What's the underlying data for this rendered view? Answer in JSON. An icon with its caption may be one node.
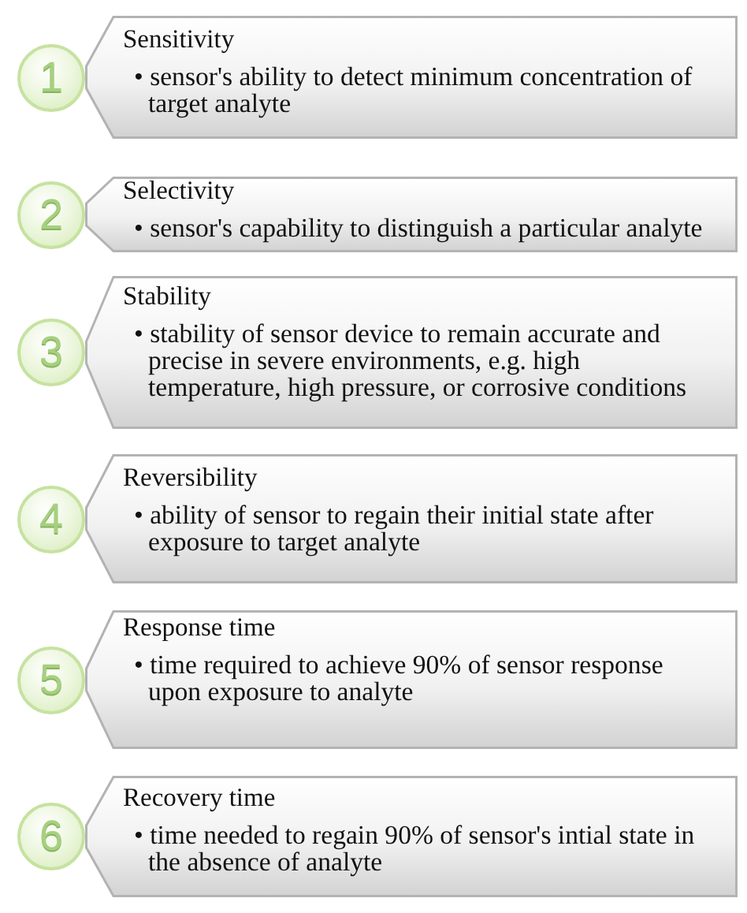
{
  "diagram": {
    "nodes": [
      {
        "text": [
          "1"
        ]
      },
      {
        "text": [
          "Sensitivity",
          "• sensor's ability to detect minimum concentration of target analyte"
        ]
      },
      {
        "text": [
          "2"
        ]
      },
      {
        "text": [
          "Selectivity",
          "• sensor's capability to distinguish a particular analyte"
        ]
      },
      {
        "text": [
          "3"
        ]
      },
      {
        "text": [
          "Stability",
          "• stability of sensor device to remain accurate and precise in severe environments, e.g. high temperature, high pressure, or corrosive conditions"
        ]
      },
      {
        "text": [
          "4"
        ]
      },
      {
        "text": [
          "Reversibility",
          "• ability of sensor to regain their initial state after exposure to target analyte"
        ]
      },
      {
        "text": [
          "5"
        ]
      },
      {
        "text": [
          "Response time",
          "• time required to achieve 90% of sensor response upon exposure to analyte"
        ]
      },
      {
        "text": [
          "6"
        ]
      },
      {
        "text": [
          "Recovery time",
          "• time needed to regain 90% of sensor's intial state in the absence of analyte"
        ]
      }
    ]
  }
}
